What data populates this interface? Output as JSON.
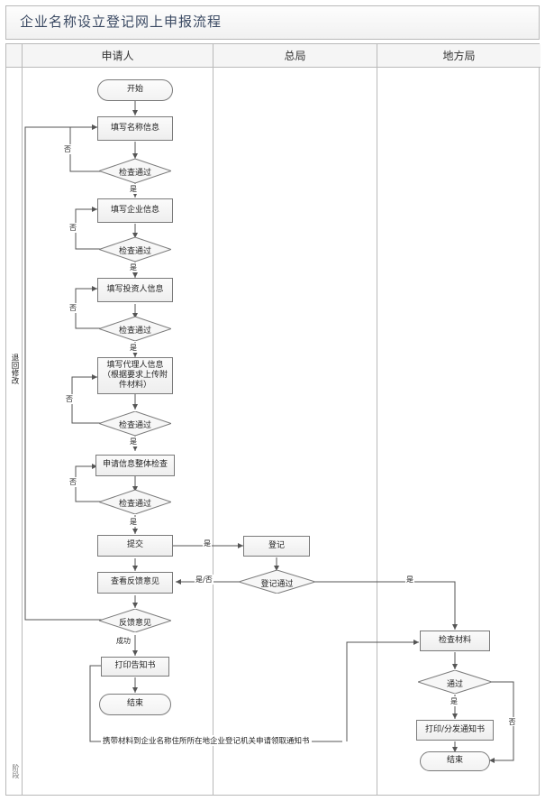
{
  "title": "企业名称设立登记网上申报流程",
  "side_column": {
    "label": "阶段"
  },
  "lanes": [
    {
      "name": "applicant",
      "label": "申请人"
    },
    {
      "name": "headquarters",
      "label": "总局"
    },
    {
      "name": "local-bureau",
      "label": "地方局"
    }
  ],
  "nodes": {
    "start": "开始",
    "fill_name": "填写名称信息",
    "check1": "检查通过",
    "fill_company": "填写企业信息",
    "check2": "检查通过",
    "fill_investor": "填写投资人信息",
    "check3": "检查通过",
    "fill_agent_l1": "填写代理人信息",
    "fill_agent_l2": "（根据要求上传附",
    "fill_agent_l3": "件材料）",
    "check4": "检查通过",
    "overall_check": "申请信息整体检查",
    "check5": "检查通过",
    "submit": "提交",
    "view_feedback": "查看反馈意见",
    "feedback": "反馈意见",
    "print_notice": "打印告知书",
    "end_applicant": "结束",
    "register": "登记",
    "register_pass": "登记通过",
    "check_materials": "检查材料",
    "pass": "通过",
    "print_distribute": "打印/分发通知书",
    "end_local": "结束"
  },
  "edge_labels": {
    "no1": "否",
    "yes1": "是",
    "no2": "否",
    "yes2": "是",
    "no3": "否",
    "yes3": "是",
    "no4": "否",
    "yes4": "是",
    "no5": "否",
    "yes5": "是",
    "submit_yes": "是",
    "register_yes_no": "是/否",
    "register_yes": "是",
    "feedback_success": "成功",
    "pass_yes": "是",
    "pass_no": "否",
    "return_modify": "退回修改",
    "carry_materials": "携带材料到企业名称住所所在地企业登记机关申请领取通知书"
  },
  "colors": {
    "frame_border": "#b9b9b9",
    "node_border": "#7a7a7a",
    "connector": "#555555",
    "title_text": "#3b4a63",
    "lane_head_bg": "#f5f5f5"
  }
}
